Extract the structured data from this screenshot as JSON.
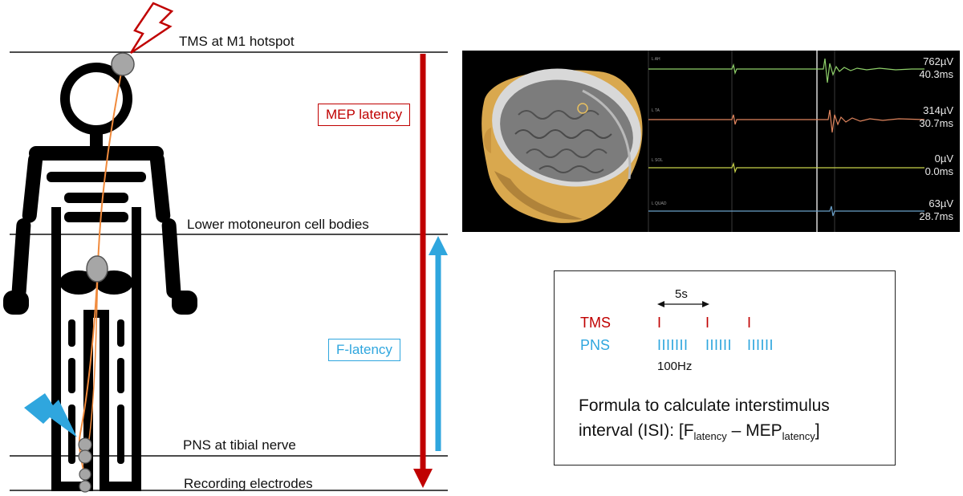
{
  "labels": {
    "tms": "TMS at M1 hotspot",
    "lmn": "Lower motoneuron cell bodies",
    "pns": "PNS at tibial nerve",
    "rec": "Recording electrodes"
  },
  "arrows": {
    "mep": "MEP latency",
    "flat": "F-latency"
  },
  "emg": {
    "traces": [
      {
        "amp": "762µV",
        "lat": "40.3ms",
        "color": "#8fd06a",
        "tag": "L AH"
      },
      {
        "amp": "314µV",
        "lat": "30.7ms",
        "color": "#e0855e",
        "tag": "L TA"
      },
      {
        "amp": "0µV",
        "lat": "0.0ms",
        "color": "#c8d24a",
        "tag": "L SOL"
      },
      {
        "amp": "63µV",
        "lat": "28.7ms",
        "color": "#6a9fc8",
        "tag": "L QUAD"
      }
    ]
  },
  "isi": {
    "interval": "5s",
    "tms": "TMS",
    "pns": "PNS",
    "tms_mark": "I",
    "pns_train": "IIIIIII",
    "pns_train_short": "IIIIII",
    "freq": "100Hz",
    "formula_line1": "Formula to calculate interstimulus",
    "formula_line2_a": "interval (ISI): [F",
    "sub_latency": "latency",
    "dash": " – MEP",
    "close": "]"
  },
  "colors": {
    "red": "#c00000",
    "blue": "#2fa6de",
    "nerve": "#f08a3c",
    "node": "#a6a6a6"
  }
}
